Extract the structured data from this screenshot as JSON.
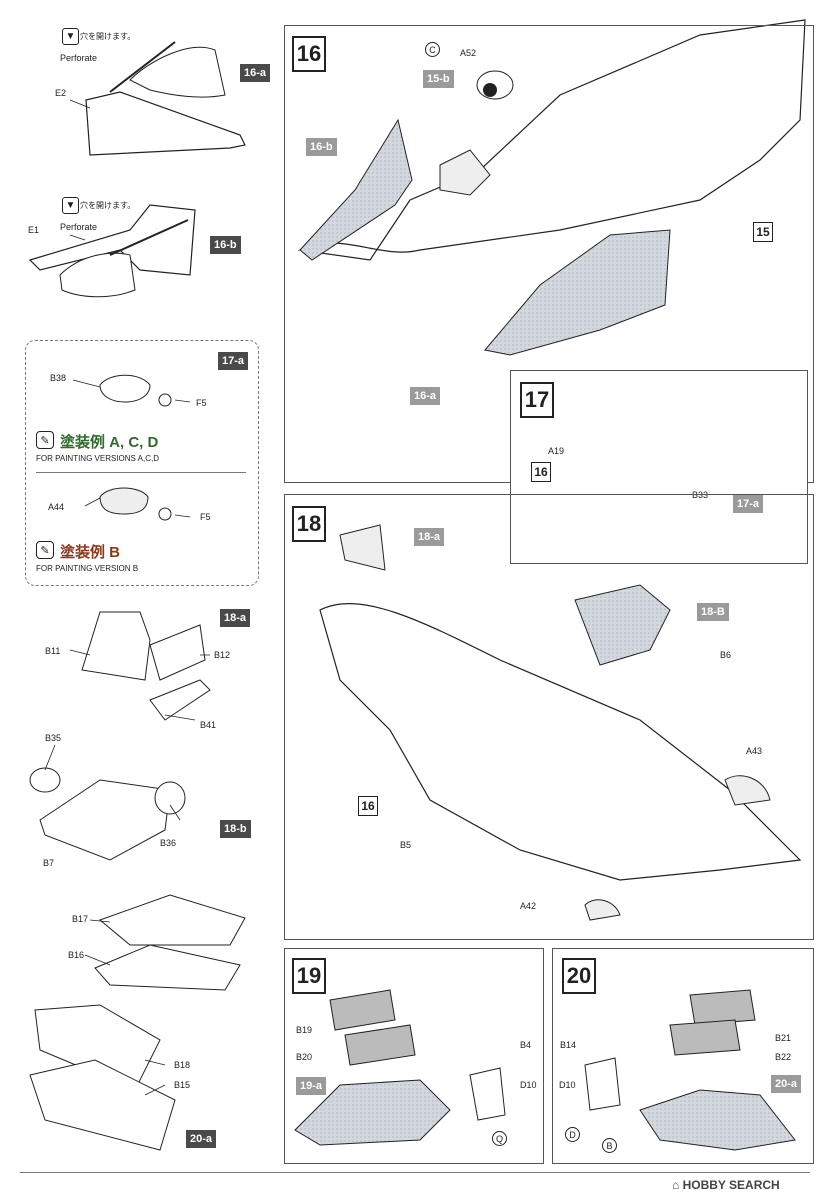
{
  "steps": {
    "s16": {
      "number": "16"
    },
    "s17": {
      "number": "17"
    },
    "s18": {
      "number": "18"
    },
    "s19": {
      "number": "19"
    },
    "s20": {
      "number": "20"
    }
  },
  "tags": {
    "t16a_left": "16-a",
    "t16b_left": "16-b",
    "t17a_left": "17-a",
    "t18a_left": "18-a",
    "t18b_left": "18-b",
    "t20a_left": "20-a",
    "t15b": "15-b",
    "t16b_main": "16-b",
    "t16a_main": "16-a",
    "t17a_main": "17-a",
    "t18a_main": "18-a",
    "t18b_main": "18-B",
    "t19a": "19-a",
    "t20a": "20-a"
  },
  "box_refs": {
    "r15": "15",
    "r16_s17": "16",
    "r16_s18": "16"
  },
  "drill": {
    "jp": "穴を開けます。",
    "en": "Perforate"
  },
  "painting": {
    "acd_title": "塗装例 A, C, D",
    "acd_sub": "FOR PAINTING VERSIONS A,C,D",
    "acd_color": "#2e6b2a",
    "b_title": "塗装例 B",
    "b_sub": "FOR PAINTING VERSION B",
    "b_color": "#8a3a1a"
  },
  "parts": {
    "E2": "E2",
    "E1": "E1",
    "B38": "B38",
    "F5a": "F5",
    "A44": "A44",
    "F5b": "F5",
    "B11": "B11",
    "B12": "B12",
    "B41": "B41",
    "B35": "B35",
    "B36": "B36",
    "B7": "B7",
    "B17": "B17",
    "B16": "B16",
    "B18": "B18",
    "B15": "B15",
    "A52": "A52",
    "C": "C",
    "A19": "A19",
    "B33": "B33",
    "B6": "B6",
    "A43": "A43",
    "B5": "B5",
    "A42": "A42",
    "B19": "B19",
    "B20": "B20",
    "B4": "B4",
    "D10a": "D10",
    "Q": "Q",
    "B21": "B21",
    "B22": "B22",
    "B14": "B14",
    "D10b": "D10",
    "D": "D",
    "B": "B"
  },
  "footer": {
    "watermark": "HOBBY SEARCH"
  },
  "colors": {
    "tag_dark": "#4a4a4a",
    "tag_grey": "#9a9a9a",
    "shade": "#c9ced6"
  }
}
